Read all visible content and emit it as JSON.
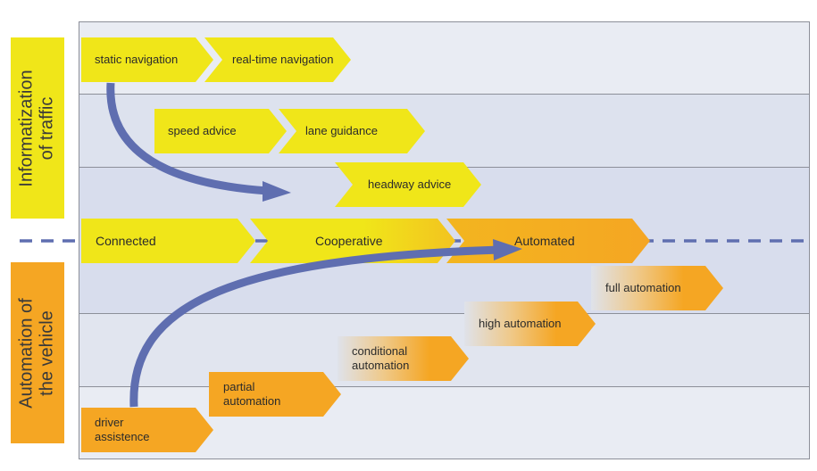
{
  "side_labels": {
    "top": "Informatization\nof traffic",
    "bottom": "Automation of\nthe vehicle"
  },
  "info_steps": [
    {
      "label": "static navigation"
    },
    {
      "label": "real-time navigation"
    },
    {
      "label": "speed advice"
    },
    {
      "label": "lane guidance"
    },
    {
      "label": "headway advice"
    }
  ],
  "stages": [
    {
      "label": "Connected"
    },
    {
      "label": "Cooperative"
    },
    {
      "label": "Automated"
    }
  ],
  "automation_levels": [
    {
      "label": "driver\nassistence"
    },
    {
      "label": "partial\nautomation"
    },
    {
      "label": "conditional\nautomation"
    },
    {
      "label": "high automation"
    },
    {
      "label": "full automation"
    }
  ],
  "colors": {
    "yellow": "#f0e619",
    "orange": "#f5a623",
    "band_light": "#e7eaf2",
    "band_dark": "#d9dfec",
    "flow_arrow": "#5f6eb0",
    "frame": "#8c8f99"
  }
}
